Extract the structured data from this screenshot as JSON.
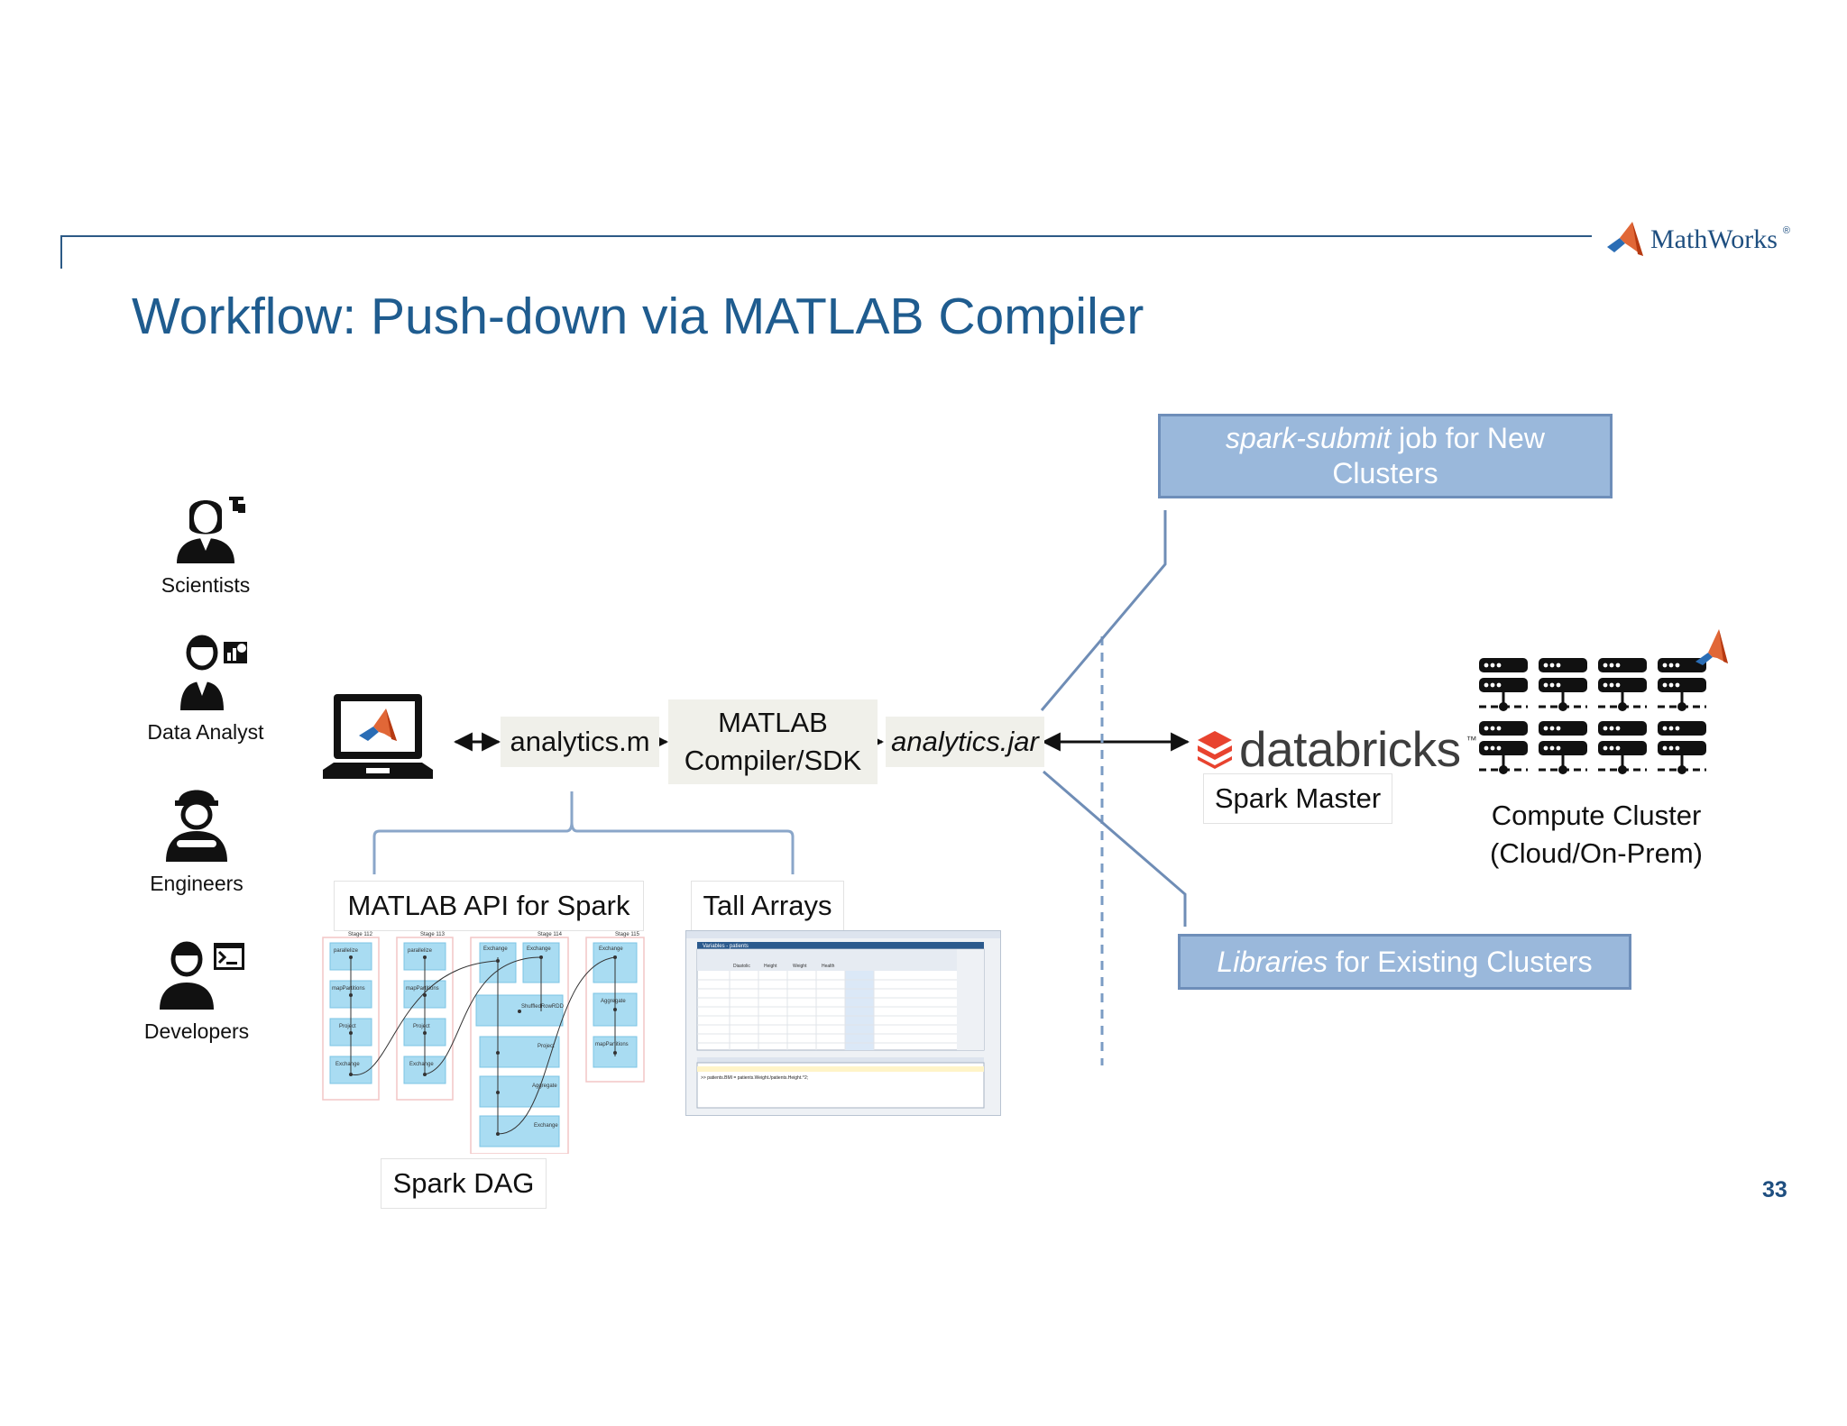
{
  "header": {
    "brand": "MathWorks",
    "brand_tm": "®",
    "title": "Workflow: Push-down via MATLAB Compiler",
    "page_number": "33"
  },
  "personas": [
    {
      "label": "Scientists",
      "icon": "scientist-icon"
    },
    {
      "label": "Data Analyst",
      "icon": "data-analyst-icon"
    },
    {
      "label": "Engineers",
      "icon": "engineer-icon"
    },
    {
      "label": "Developers",
      "icon": "developer-icon"
    }
  ],
  "pipeline": {
    "source_file": "analytics.m",
    "compiler_line1": "MATLAB",
    "compiler_line2": "Compiler/SDK",
    "output_file": "analytics.jar"
  },
  "apis": {
    "spark_api": "MATLAB API for Spark",
    "tall_arrays": "Tall Arrays",
    "spark_dag": "Spark DAG"
  },
  "deploy": {
    "new_clusters_italic": "spark-submit",
    "new_clusters_rest": " job for New Clusters",
    "existing_italic": "Libraries",
    "existing_rest": " for Existing Clusters"
  },
  "cluster": {
    "vendor": "databricks",
    "vendor_tm": "™",
    "master": "Spark Master",
    "compute_line1": "Compute Cluster",
    "compute_line2": "(Cloud/On-Prem)"
  },
  "dag_thumbnail": {
    "stages": [
      "Stage 112",
      "Stage 113",
      "Stage 114",
      "Stage 115"
    ],
    "ops": [
      "parallelize",
      "mapPartitions",
      "Project",
      "Exchange",
      "ShuffledRowRDD",
      "Aggregate"
    ]
  },
  "tall_thumbnail": {
    "window_title": "Variables - patients",
    "column_headers": [
      "Diastolic",
      "Height",
      "Weight",
      "Health"
    ],
    "command_line": ">> patients.BMI = patients.Weight./patients.Height.^2;"
  },
  "colors": {
    "title": "#1f5c8f",
    "accent_box": "#9ab8db",
    "box_border": "#6e8eb9",
    "databricks_red": "#e8432f",
    "matlab_orange": "#e16737"
  }
}
